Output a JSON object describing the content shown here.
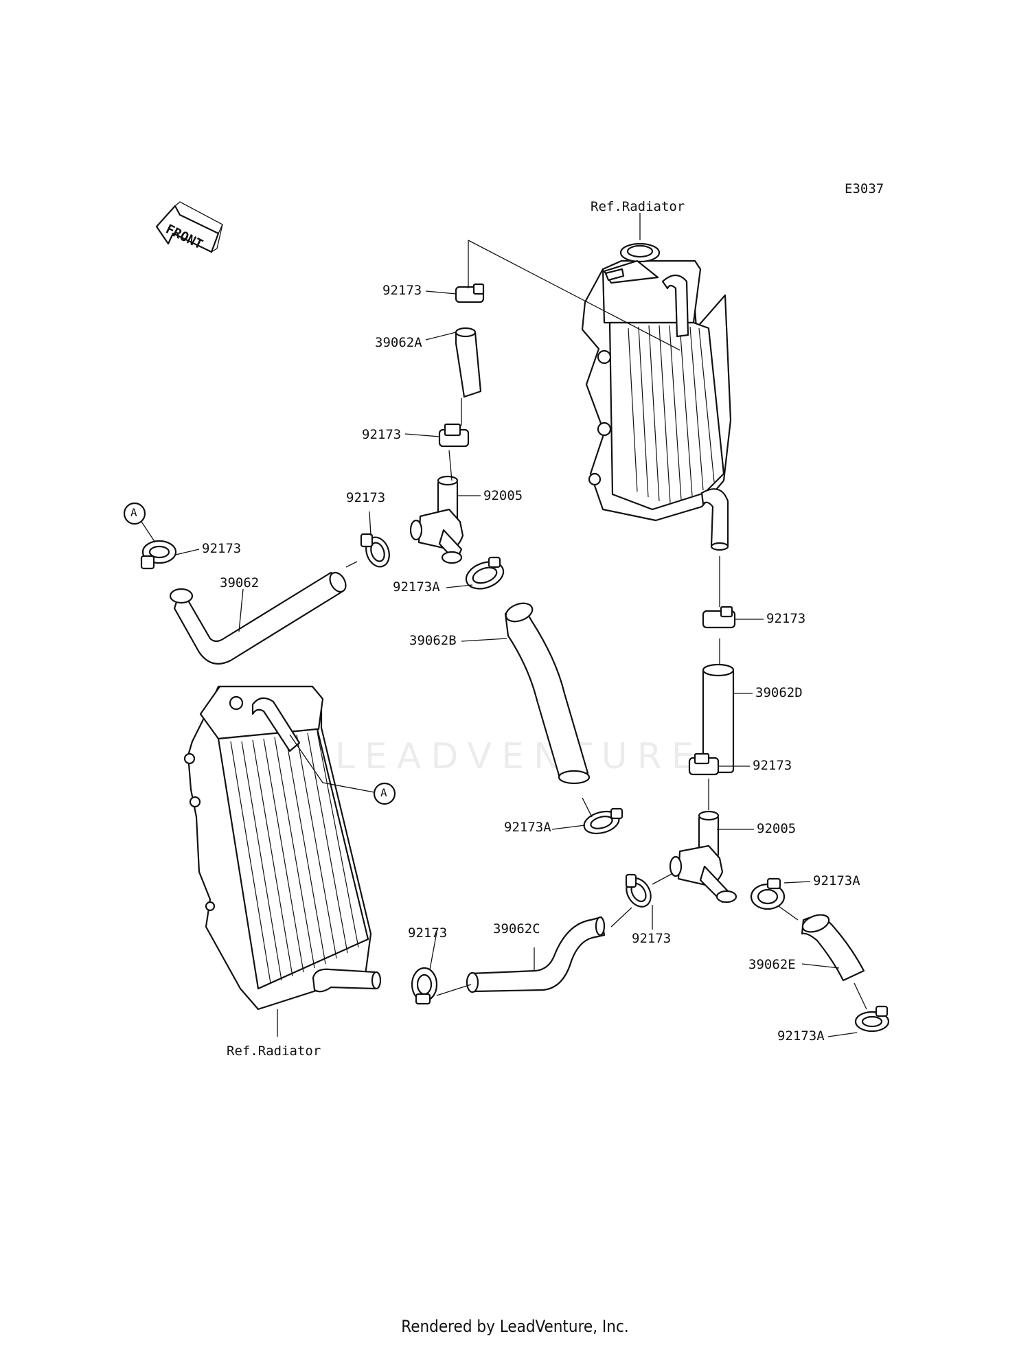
{
  "diagram_code": "E3037",
  "front_arrow_label": "FRONT",
  "ref_radiator_top": "Ref.Radiator",
  "ref_radiator_bottom": "Ref.Radiator",
  "watermark": "LEADVENTURE",
  "callout_a": "A",
  "parts": {
    "clamp_upper_top": "92173",
    "hose_39062A": "39062A",
    "clamp_upper_second": "92173",
    "clamp_upper_left": "92173",
    "fitting_upper": "92005",
    "clamp_left_hose": "92173",
    "hose_39062": "39062",
    "clamp_92173A_upper": "92173A",
    "hose_39062B": "39062B",
    "clamp_92173A_lower_left": "92173A",
    "clamp_right_upper": "92173",
    "hose_39062D": "39062D",
    "clamp_right_lower": "92173",
    "fitting_lower": "92005",
    "clamp_92173A_right": "92173A",
    "clamp_lower_mid": "92173",
    "hose_39062C": "39062C",
    "clamp_lower_left": "92173",
    "hose_39062E": "39062E",
    "clamp_92173A_bottom": "92173A"
  },
  "footer": "Rendered by LeadVenture, Inc."
}
